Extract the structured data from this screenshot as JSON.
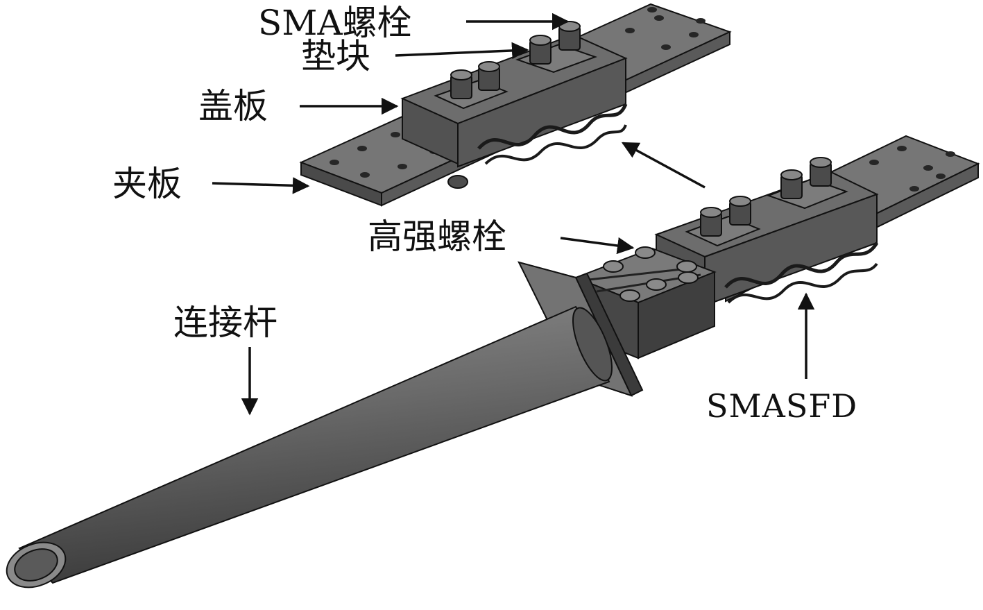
{
  "labels": {
    "sma_bolt": "SMA螺栓",
    "spacer_block": "垫块",
    "cover_plate": "盖板",
    "clamp_plate": "夹板",
    "high_strength_bolt": "高强螺栓",
    "connecting_rod": "连接杆",
    "smasfd": "SMASFD"
  },
  "colors": {
    "steel_dark": "#4a4a4a",
    "steel_mid": "#676767",
    "steel_light": "#8a8a8a",
    "outline": "#111111",
    "label_text": "#111111"
  }
}
